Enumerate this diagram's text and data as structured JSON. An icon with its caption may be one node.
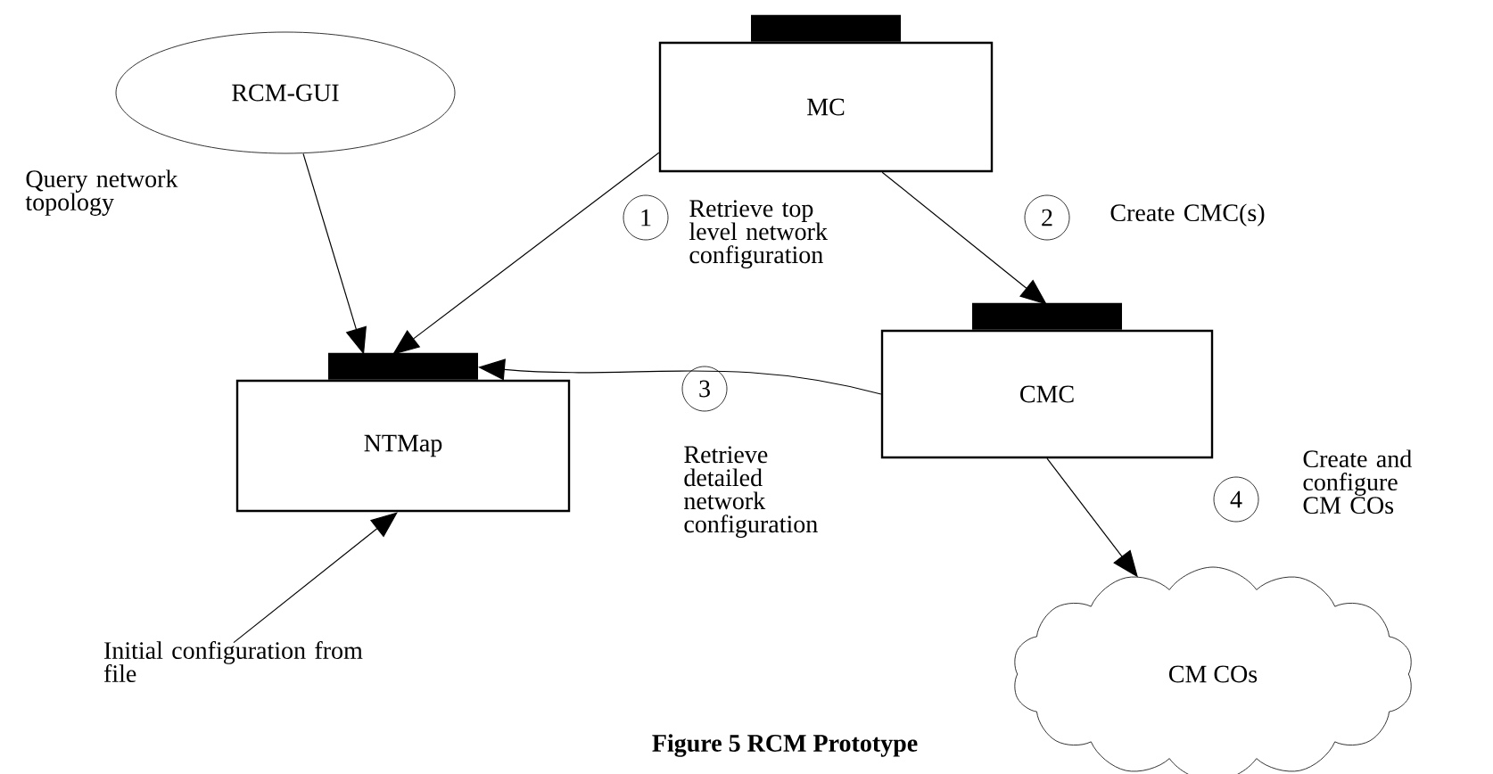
{
  "diagram": {
    "caption": "Figure 5 RCM Prototype",
    "nodes": [
      {
        "text": [
          "RCM-GUI"
        ]
      },
      {
        "text": [
          "MC"
        ]
      },
      {
        "text": [
          "NTMap"
        ]
      },
      {
        "text": [
          "CMC"
        ]
      },
      {
        "text": [
          "CM COs"
        ]
      },
      {
        "text": [
          "Initial configuration from file"
        ]
      }
    ],
    "edges": [
      {
        "from": 0,
        "to": 2,
        "arrow": "to"
      },
      {
        "from": 1,
        "to": 2,
        "arrow": "to"
      },
      {
        "from": 1,
        "to": 3,
        "arrow": "to"
      },
      {
        "from": 3,
        "to": 2,
        "arrow": "to"
      },
      {
        "from": 3,
        "to": 4,
        "arrow": "to"
      },
      {
        "from": 5,
        "to": 2,
        "arrow": "to"
      }
    ],
    "labels": [
      "Query network topology",
      "1",
      "Retrieve top level network configuration",
      "2",
      "Create CMC(s)",
      "3",
      "Retrieve detailed network configuration",
      "4",
      "Create and configure CM COs"
    ]
  }
}
